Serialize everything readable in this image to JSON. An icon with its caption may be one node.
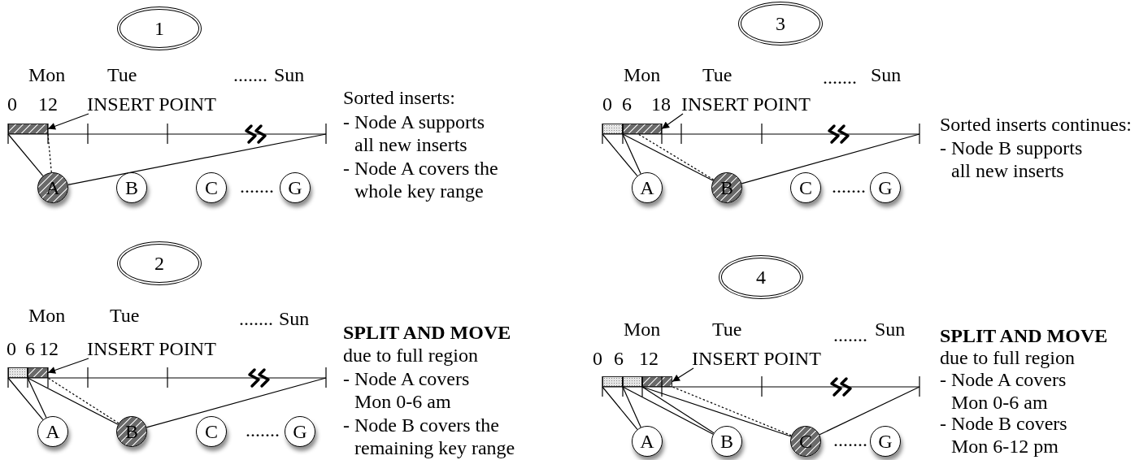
{
  "diagram": {
    "nodes": [
      {
        "text": [
          "1"
        ]
      },
      {
        "text": [],
        "shape": "bar"
      },
      {
        "text": [],
        "shape": "bar",
        "in": 1
      },
      {
        "text": [
          "INSERT POINT"
        ]
      },
      {
        "text": [
          "A"
        ]
      },
      {
        "text": [
          "B"
        ]
      },
      {
        "text": [
          "C"
        ]
      },
      {
        "text": [
          "G"
        ]
      },
      {
        "text": [
          "2"
        ]
      },
      {
        "text": [],
        "shape": "bar"
      },
      {
        "text": [],
        "shape": "bar",
        "in": 9
      },
      {
        "text": [],
        "shape": "bar",
        "in": 9
      },
      {
        "text": [
          "INSERT POINT"
        ]
      },
      {
        "text": [
          "A"
        ]
      },
      {
        "text": [
          "B"
        ]
      },
      {
        "text": [
          "C"
        ]
      },
      {
        "text": [
          "G"
        ]
      },
      {
        "text": [
          "3"
        ]
      },
      {
        "text": [],
        "shape": "bar"
      },
      {
        "text": [],
        "shape": "bar",
        "in": 18
      },
      {
        "text": [],
        "shape": "bar",
        "in": 18
      },
      {
        "text": [
          "INSERT POINT"
        ]
      },
      {
        "text": [
          "A"
        ]
      },
      {
        "text": [
          "B"
        ]
      },
      {
        "text": [
          "C"
        ]
      },
      {
        "text": [
          "G"
        ]
      },
      {
        "text": [
          "4"
        ]
      },
      {
        "text": [],
        "shape": "bar"
      },
      {
        "text": [],
        "shape": "bar",
        "in": 27
      },
      {
        "text": [],
        "shape": "bar",
        "in": 27
      },
      {
        "text": [],
        "shape": "bar",
        "in": 27
      },
      {
        "text": [
          "INSERT POINT"
        ]
      },
      {
        "text": [
          "A"
        ]
      },
      {
        "text": [
          "B"
        ]
      },
      {
        "text": [
          "C"
        ]
      },
      {
        "text": [
          "G"
        ]
      }
    ],
    "edges": [
      {
        "from": 3,
        "to": 2,
        "arrow": "to"
      },
      {
        "from": 4,
        "to": 2,
        "arrow": "none"
      },
      {
        "from": 4,
        "to": 2,
        "arrow": "none",
        "style": "dashed"
      },
      {
        "from": 4,
        "to": 1,
        "arrow": "none"
      },
      {
        "from": 12,
        "to": 11,
        "arrow": "to"
      },
      {
        "from": 13,
        "to": 10,
        "arrow": "none"
      },
      {
        "from": 13,
        "to": 10,
        "arrow": "none"
      },
      {
        "from": 14,
        "to": 11,
        "arrow": "none"
      },
      {
        "from": 14,
        "to": 11,
        "arrow": "none",
        "style": "dashed"
      },
      {
        "from": 14,
        "to": 9,
        "arrow": "none"
      },
      {
        "from": 21,
        "to": 20,
        "arrow": "to"
      },
      {
        "from": 22,
        "to": 19,
        "arrow": "none"
      },
      {
        "from": 22,
        "to": 19,
        "arrow": "none"
      },
      {
        "from": 23,
        "to": 20,
        "arrow": "none"
      },
      {
        "from": 23,
        "to": 20,
        "arrow": "none",
        "style": "dashed"
      },
      {
        "from": 23,
        "to": 18,
        "arrow": "none"
      },
      {
        "from": 31,
        "to": 30,
        "arrow": "to"
      },
      {
        "from": 32,
        "to": 28,
        "arrow": "none"
      },
      {
        "from": 32,
        "to": 28,
        "arrow": "none"
      },
      {
        "from": 33,
        "to": 29,
        "arrow": "none"
      },
      {
        "from": 33,
        "to": 29,
        "arrow": "none"
      },
      {
        "from": 34,
        "to": 30,
        "arrow": "none"
      },
      {
        "from": 34,
        "to": 30,
        "arrow": "none",
        "style": "dashed"
      },
      {
        "from": 34,
        "to": 27,
        "arrow": "none"
      }
    ],
    "labels": [
      "Mon",
      "Tue",
      ".......",
      "Sun",
      "0",
      "12",
      ".......",
      "Sorted inserts:",
      "- Node A supports all new inserts",
      "- Node A covers the whole key range",
      "Mon",
      "Tue",
      ".......",
      "Sun",
      "0",
      "6",
      "12",
      ".......",
      "SPLIT AND MOVE",
      "due to full region",
      "- Node A covers Mon 0-6 am",
      "- Node B covers the remaining key range",
      "Mon",
      "Tue",
      ".......",
      "Sun",
      "0",
      "6",
      "18",
      ".......",
      "Sorted inserts continues:",
      "- Node B supports all new inserts",
      "Mon",
      "Tue",
      ".......",
      "Sun",
      "0",
      "6",
      "12",
      ".......",
      "SPLIT AND MOVE",
      "due to full region",
      "- Node A covers Mon 0-6 am",
      "- Node B covers Mon 6-12 pm"
    ]
  }
}
